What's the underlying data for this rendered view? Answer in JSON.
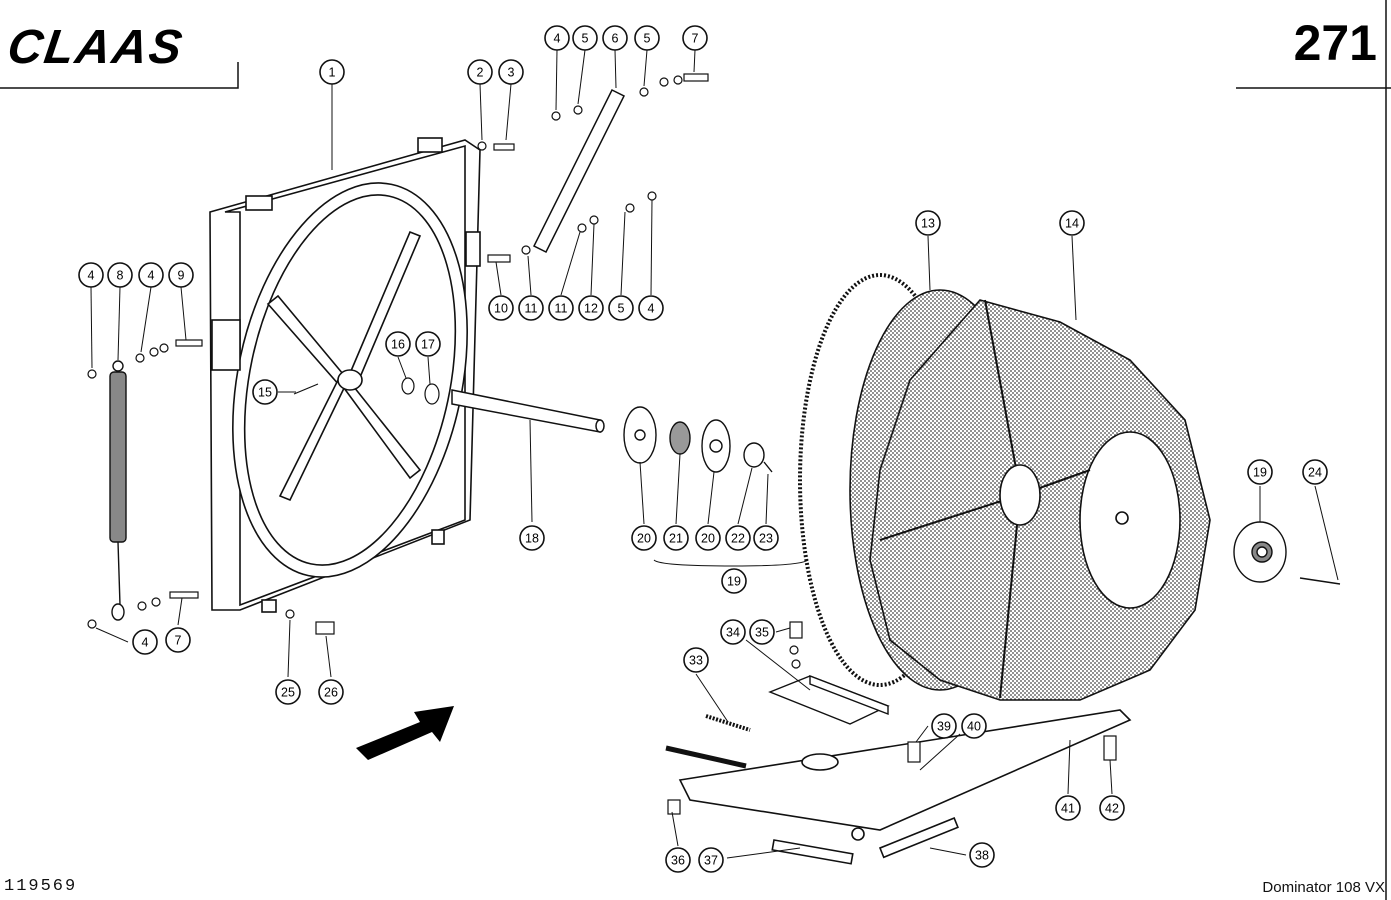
{
  "header": {
    "brand": "CLAAS",
    "page_number": "271"
  },
  "footer": {
    "drawing_code": "119569",
    "model": "Dominator 108 VX"
  },
  "callouts": [
    {
      "n": "1"
    },
    {
      "n": "2"
    },
    {
      "n": "3"
    },
    {
      "n": "4"
    },
    {
      "n": "5"
    },
    {
      "n": "6"
    },
    {
      "n": "5"
    },
    {
      "n": "7"
    },
    {
      "n": "4"
    },
    {
      "n": "8"
    },
    {
      "n": "4"
    },
    {
      "n": "9"
    },
    {
      "n": "10"
    },
    {
      "n": "11"
    },
    {
      "n": "11"
    },
    {
      "n": "12"
    },
    {
      "n": "5"
    },
    {
      "n": "4"
    },
    {
      "n": "15"
    },
    {
      "n": "16"
    },
    {
      "n": "17"
    },
    {
      "n": "18"
    },
    {
      "n": "20"
    },
    {
      "n": "21"
    },
    {
      "n": "20"
    },
    {
      "n": "22"
    },
    {
      "n": "23"
    },
    {
      "n": "19"
    },
    {
      "n": "13"
    },
    {
      "n": "14"
    },
    {
      "n": "19"
    },
    {
      "n": "24"
    },
    {
      "n": "4"
    },
    {
      "n": "7"
    },
    {
      "n": "25"
    },
    {
      "n": "26"
    },
    {
      "n": "34"
    },
    {
      "n": "35"
    },
    {
      "n": "33"
    },
    {
      "n": "39"
    },
    {
      "n": "40"
    },
    {
      "n": "41"
    },
    {
      "n": "42"
    },
    {
      "n": "36"
    },
    {
      "n": "37"
    },
    {
      "n": "38"
    }
  ]
}
